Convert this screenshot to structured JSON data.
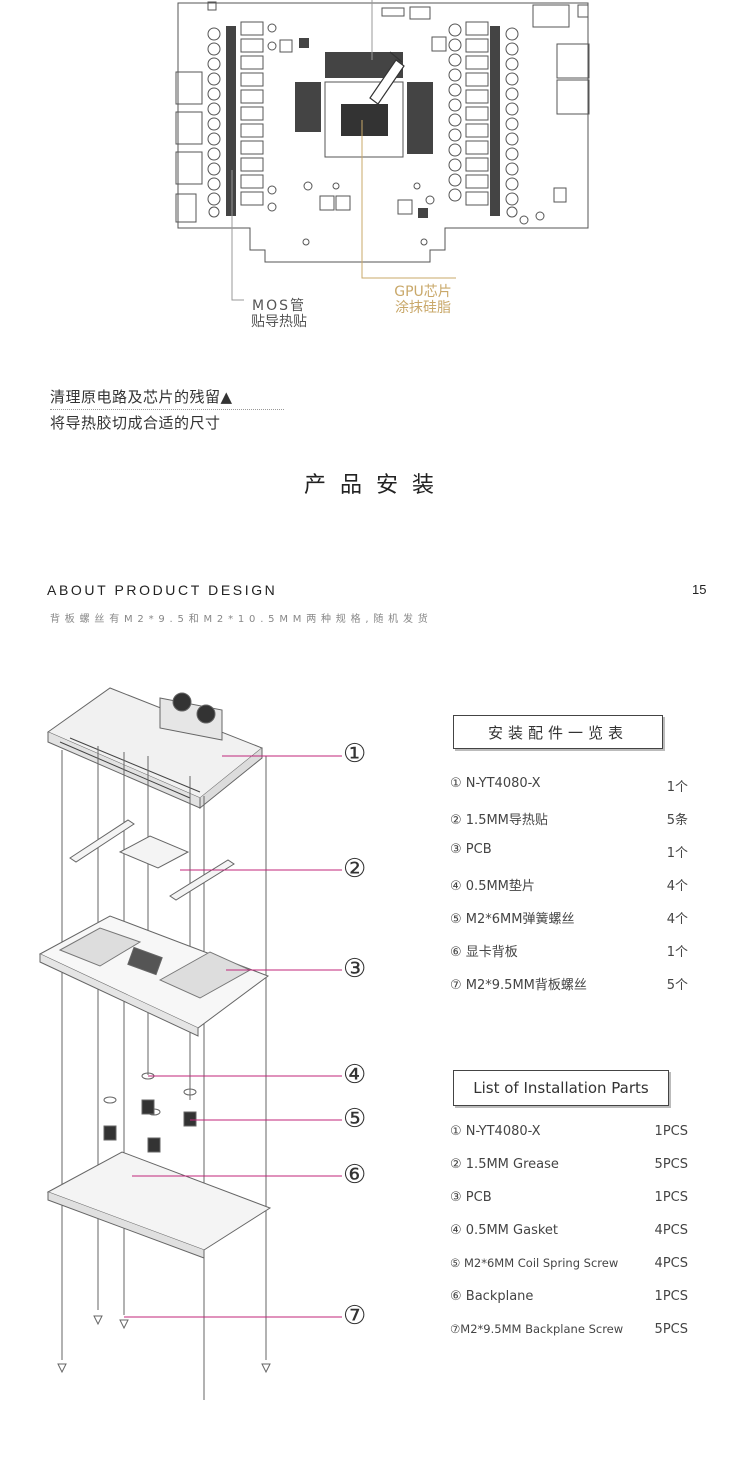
{
  "pcb": {
    "mos_label_line1": "MOS管",
    "mos_label_line2": "贴导热贴",
    "gpu_label_line1": "GPU芯片",
    "gpu_label_line2": "涂抹硅脂"
  },
  "notes": {
    "line1": "清理原电路及芯片的残留▲",
    "line2": "将导热胶切成合适的尺寸"
  },
  "section_title": "产品安装",
  "header": {
    "about": "ABOUT PRODUCT DESIGN",
    "page_number": "15",
    "subtitle": "背板螺丝有M2*9.5和M2*10.5MM两种规格,随机发货"
  },
  "callouts": [
    "①",
    "②",
    "③",
    "④",
    "⑤",
    "⑥",
    "⑦"
  ],
  "parts_cn": {
    "title": "安装配件一览表",
    "items": [
      {
        "label": "① N-YT4080-X",
        "qty": "1个"
      },
      {
        "label": "② 1.5MM导热贴",
        "qty": "5条"
      },
      {
        "label": "③  PCB",
        "qty": "1个"
      },
      {
        "label": "④  0.5MM垫片",
        "qty": "4个"
      },
      {
        "label": "⑤ M2*6MM弹簧螺丝",
        "qty": "4个"
      },
      {
        "label": "⑥  显卡背板",
        "qty": "1个"
      },
      {
        "label": "⑦ M2*9.5MM背板螺丝",
        "qty": "5个"
      }
    ]
  },
  "parts_en": {
    "title": "List of Installation Parts",
    "items": [
      {
        "label": "① N-YT4080-X",
        "qty": "1PCS"
      },
      {
        "label": "② 1.5MM Grease",
        "qty": "5PCS"
      },
      {
        "label": "③  PCB",
        "qty": "1PCS"
      },
      {
        "label": "④  0.5MM  Gasket",
        "qty": "4PCS"
      },
      {
        "label": "⑤  M2*6MM  Coil  Spring  Screw",
        "qty": "4PCS"
      },
      {
        "label": "⑥  Backplane",
        "qty": "1PCS"
      },
      {
        "label": "⑦M2*9.5MM Backplane Screw",
        "qty": "5PCS"
      }
    ]
  },
  "colors": {
    "gpu_callout": "#c9a86a",
    "leader_line": "#c0267a",
    "text": "#333333"
  }
}
